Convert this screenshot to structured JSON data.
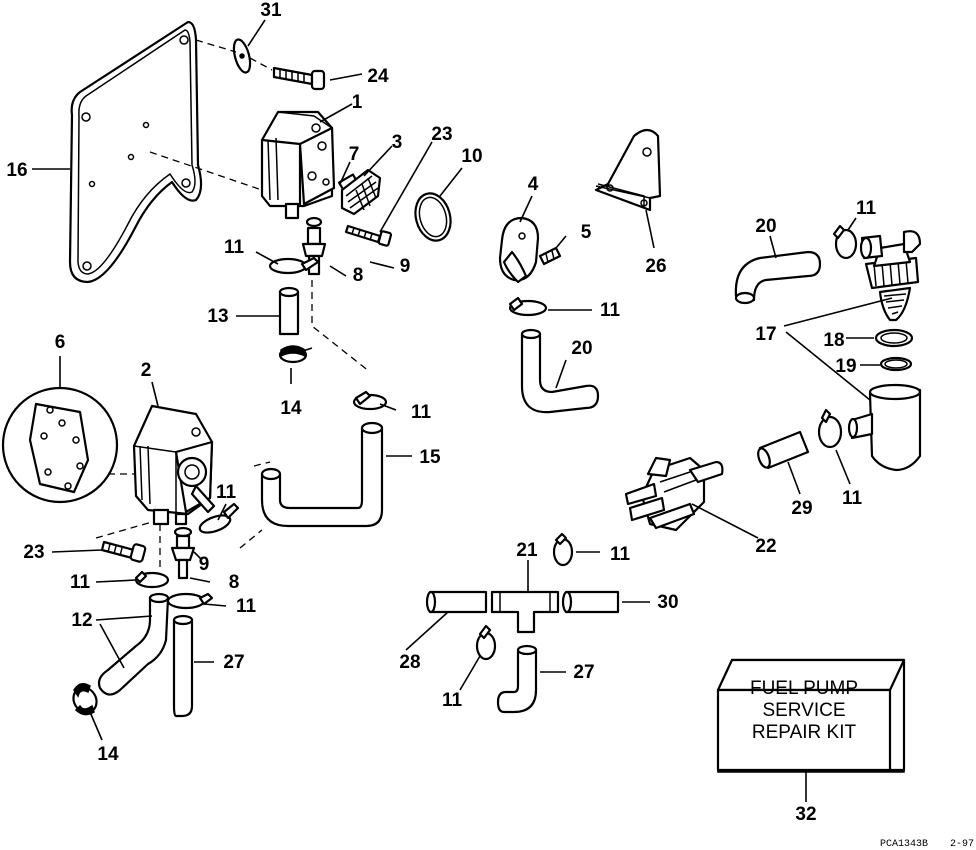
{
  "callouts": {
    "c1": "1",
    "c2": "2",
    "c3": "3",
    "c4": "4",
    "c5": "5",
    "c6": "6",
    "c7": "7",
    "c8a": "8",
    "c8b": "8",
    "c9a": "9",
    "c9b": "9",
    "c10": "10",
    "c11a": "11",
    "c11b": "11",
    "c11c": "11",
    "c11d": "11",
    "c11e": "11",
    "c11f": "11",
    "c11g": "11",
    "c11h": "11",
    "c11i": "11",
    "c11j": "11",
    "c12": "12",
    "c13": "13",
    "c14a": "14",
    "c14b": "14",
    "c15": "15",
    "c16": "16",
    "c17": "17",
    "c18": "18",
    "c19": "19",
    "c20a": "20",
    "c20b": "20",
    "c21": "21",
    "c22": "22",
    "c23a": "23",
    "c23b": "23",
    "c24": "24",
    "c26": "26",
    "c27a": "27",
    "c27b": "27",
    "c28": "28",
    "c29": "29",
    "c30": "30",
    "c31": "31",
    "c32": "32"
  },
  "kit_box": {
    "line1": "FUEL PUMP",
    "line2": "SERVICE",
    "line3": "REPAIR KIT"
  },
  "footer": {
    "code": "PCA1343B",
    "date": "2-97"
  }
}
